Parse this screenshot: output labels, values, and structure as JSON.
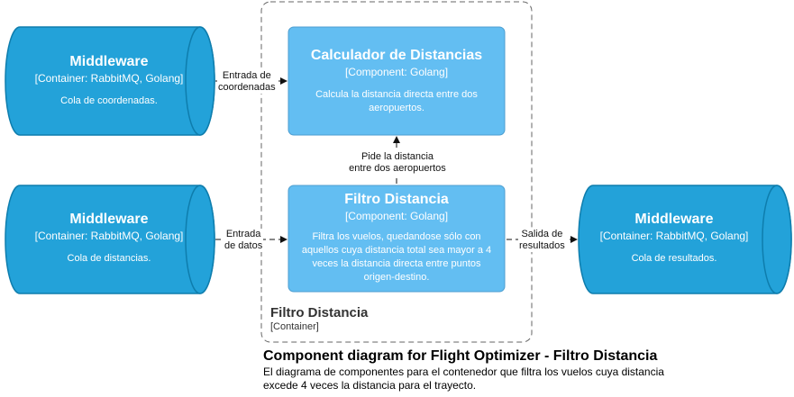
{
  "colors": {
    "container_fill": "#23a2d9",
    "container_stroke": "#0e7dad",
    "component_fill": "#63bef2",
    "component_stroke": "#4d9ed0",
    "boundary_stroke": "#666666",
    "arrow": "#111111",
    "text_on_node": "#ffffff"
  },
  "nodes": {
    "middleware_coords": {
      "title": "Middleware",
      "tech": "[Container: RabbitMQ, Golang]",
      "desc": "Cola de coordenadas."
    },
    "middleware_distances": {
      "title": "Middleware",
      "tech": "[Container: RabbitMQ, Golang]",
      "desc": "Cola de distancias."
    },
    "middleware_results": {
      "title": "Middleware",
      "tech": "[Container: RabbitMQ, Golang]",
      "desc": "Cola de resultados."
    },
    "calculator": {
      "title": "Calculador de Distancias",
      "tech": "[Component: Golang]",
      "desc": "Calcula la distancia directa entre dos aeropuertos."
    },
    "filter": {
      "title": "Filtro Distancia",
      "tech": "[Component: Golang]",
      "desc": "Filtra los vuelos, quedandose sólo con aquellos cuya distancia total sea mayor a 4 veces la distancia directa entre puntos origen-destino."
    }
  },
  "relations": {
    "coords_input": {
      "line1": "Entrada de",
      "line2": "coordenadas"
    },
    "data_input": {
      "line1": "Entrada",
      "line2": "de datos"
    },
    "ask_distance": {
      "line1": "Pide la distancia",
      "line2": "entre dos aeropuertos"
    },
    "results_output": {
      "line1": "Salida de",
      "line2": "resultados"
    }
  },
  "boundary": {
    "title": "Filtro Distancia",
    "type": "[Container]"
  },
  "diagram": {
    "title": "Component diagram for Flight Optimizer - Filtro Distancia",
    "description": "El diagrama de componentes para el contenedor que filtra los vuelos cuya distancia excede 4 veces la distancia para el trayecto."
  }
}
